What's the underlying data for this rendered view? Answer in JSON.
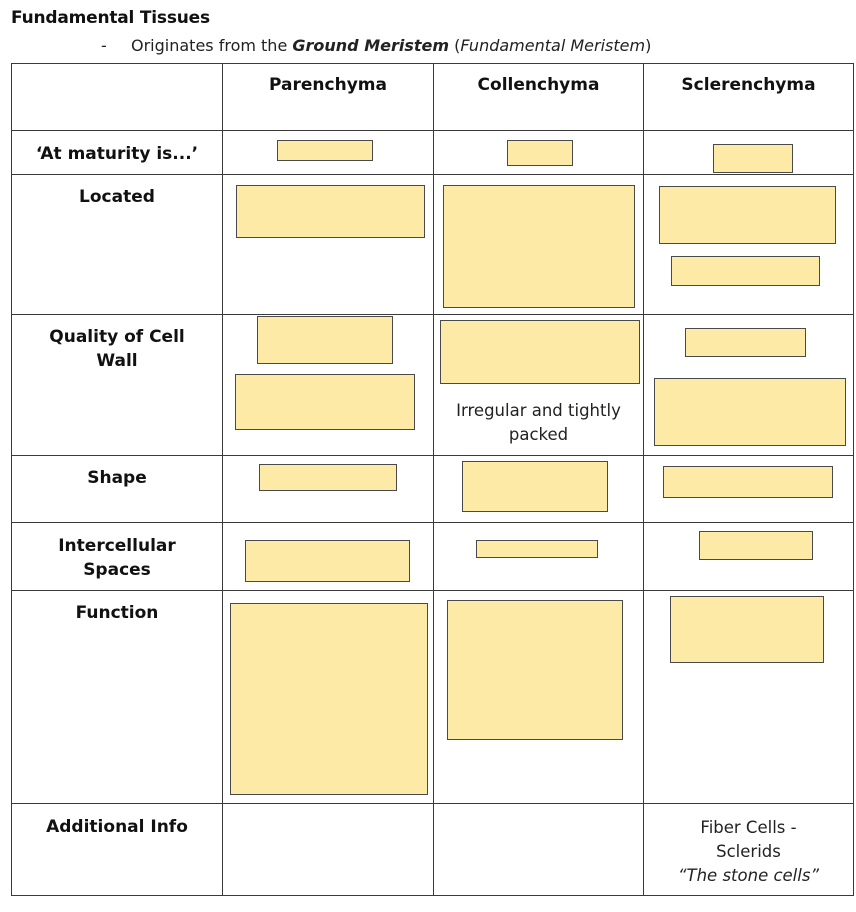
{
  "heading": "Fundamental Tissues",
  "bullet": {
    "dash": "-",
    "prefix": "Originates from the ",
    "bold": "Ground Meristem",
    "paren_open": " (",
    "italic": "Fundamental Meristem",
    "paren_close": ")"
  },
  "table": {
    "columns": [
      "Parenchyma",
      "Collenchyma",
      "Sclerenchyma"
    ],
    "rows": [
      "‘At maturity is...’",
      "Located",
      "Quality of Cell Wall",
      "Shape",
      "Intercellular Spaces",
      "Function",
      "Additional Info"
    ],
    "cells": {
      "collenchyma_quality_of_cell_wall": "Irregular and tightly packed",
      "sclerenchyma_additional_info": [
        "Fiber Cells -",
        "Sclerids",
        "“The stone cells”"
      ]
    }
  },
  "colors": {
    "highlight_box": "#feeaa7",
    "grid": "#3a3a3a"
  }
}
